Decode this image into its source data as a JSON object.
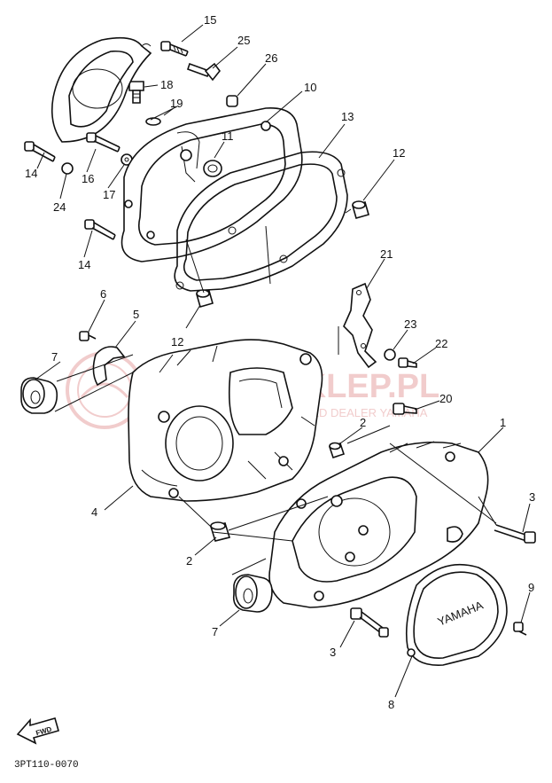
{
  "figure": {
    "diagram_code": "3PT110-0070",
    "fwd_label": "FWD",
    "brand_text": "YAMAHA",
    "watermark_main": "MOTOSKLEP.PL",
    "watermark_sub": "MOTOCHOD AUTHORIZED DEALER YAMAHA",
    "colors": {
      "line": "#111111",
      "watermark": "#e6a3a3"
    }
  },
  "callouts": [
    "15",
    "25",
    "26",
    "18",
    "19",
    "10",
    "11",
    "13",
    "12",
    "14",
    "24",
    "16",
    "17",
    "14",
    "21",
    "6",
    "5",
    "12",
    "23",
    "22",
    "7",
    "20",
    "2",
    "1",
    "4",
    "3",
    "2",
    "9",
    "7",
    "3",
    "8"
  ]
}
